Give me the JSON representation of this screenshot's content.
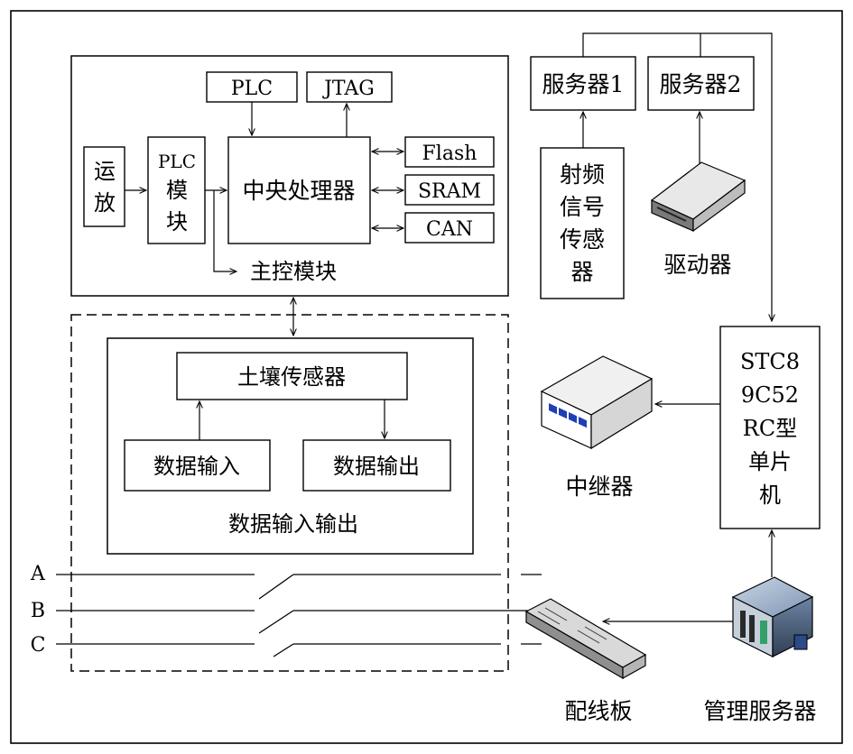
{
  "diagram": {
    "main_module": {
      "caption": "主控模块",
      "plc_top": "PLC",
      "jtag": "JTAG",
      "op_amp": [
        "运",
        "放"
      ],
      "plc_module": [
        "PLC",
        "模",
        "块"
      ],
      "cpu": "中央处理器",
      "flash": "Flash",
      "sram": "SRAM",
      "can": "CAN"
    },
    "io_module": {
      "caption": "数据输入输出",
      "soil_sensor": "土壤传感器",
      "data_input": "数据输入",
      "data_output": "数据输出"
    },
    "server1": "服务器1",
    "server2": "服务器2",
    "rf_sensor": [
      "射频",
      "信号",
      "传感",
      "器"
    ],
    "driver": "驱动器",
    "mcu": [
      "STC8",
      "9C52",
      "RC型",
      "单片",
      "机"
    ],
    "repeater": "中继器",
    "wiring_board": "配线板",
    "management_server": "管理服务器",
    "lines": [
      "A",
      "B",
      "C"
    ]
  }
}
